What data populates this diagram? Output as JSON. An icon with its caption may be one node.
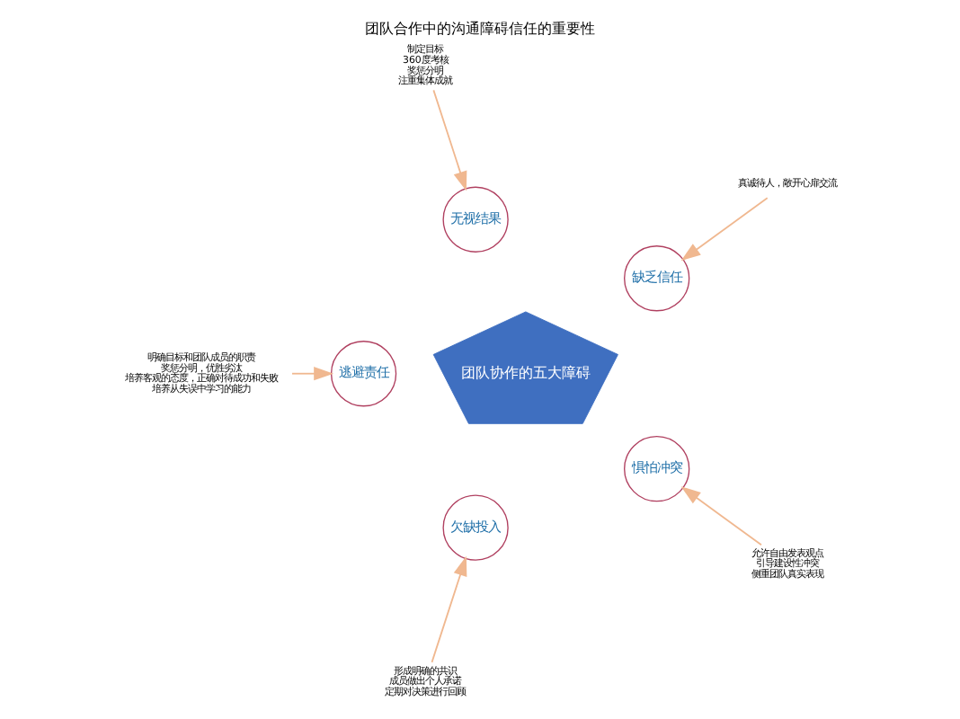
{
  "diagram": {
    "title": "团队合作中的沟通障碍信任的重要性",
    "nodes": [
      {
        "text": [
          "团队协作的五大障碍"
        ]
      },
      {
        "text": [
          "缺乏信任"
        ]
      },
      {
        "text": [
          "无视结果"
        ]
      },
      {
        "text": [
          "逃避责任"
        ]
      },
      {
        "text": [
          "欠缺投入"
        ]
      },
      {
        "text": [
          "惧怕冲突"
        ]
      },
      {
        "text": [
          "真诚待人，敞开心扉交流"
        ]
      },
      {
        "text": [
          "制定目标",
          "360度考核",
          "奖惩分明",
          "注重集体成就"
        ]
      },
      {
        "text": [
          "明确目标和团队成员的职责",
          "奖惩分明，优胜劣汰",
          "培养客观的态度，正确对待成功和失败",
          "培养从失误中学习的能力"
        ]
      },
      {
        "text": [
          "形成明确的共识",
          "成员做出个人承诺",
          "定期对决策进行回顾"
        ]
      },
      {
        "text": [
          "允许自由发表观点",
          "引导建设性冲突",
          "侧重团队真实表现"
        ]
      }
    ],
    "edges": [
      {
        "from": 6,
        "to": 1,
        "arrow": "to"
      },
      {
        "from": 7,
        "to": 2,
        "arrow": "to"
      },
      {
        "from": 8,
        "to": 3,
        "arrow": "to"
      },
      {
        "from": 9,
        "to": 4,
        "arrow": "to"
      },
      {
        "from": 10,
        "to": 5,
        "arrow": "to"
      }
    ]
  }
}
